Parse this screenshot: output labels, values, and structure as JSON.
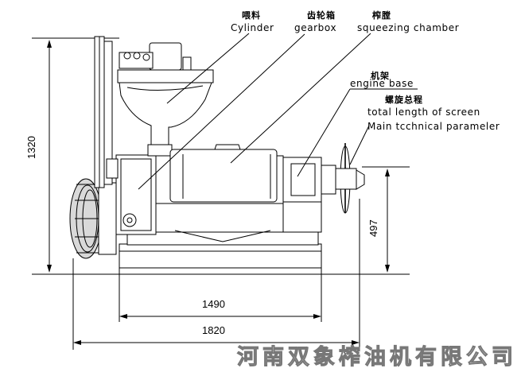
{
  "labels": {
    "cylinder_zh": "喂料",
    "cylinder_en": "Cylinder",
    "gearbox_zh": "齿轮箱",
    "gearbox_en": "gearbox",
    "chamber_zh": "榨膛",
    "chamber_en": "squeezing chamber",
    "base_zh": "机架",
    "base_en": "engine base",
    "screw_zh": "螺旋总程",
    "screw_en": "total length of screen",
    "param_en": "Main tcchnical parameler"
  },
  "dimensions": {
    "height_total": "1320",
    "height_shaft": "497",
    "length_base": "1490",
    "length_total": "1820"
  },
  "watermark": "河南双象榨油机有限公司"
}
